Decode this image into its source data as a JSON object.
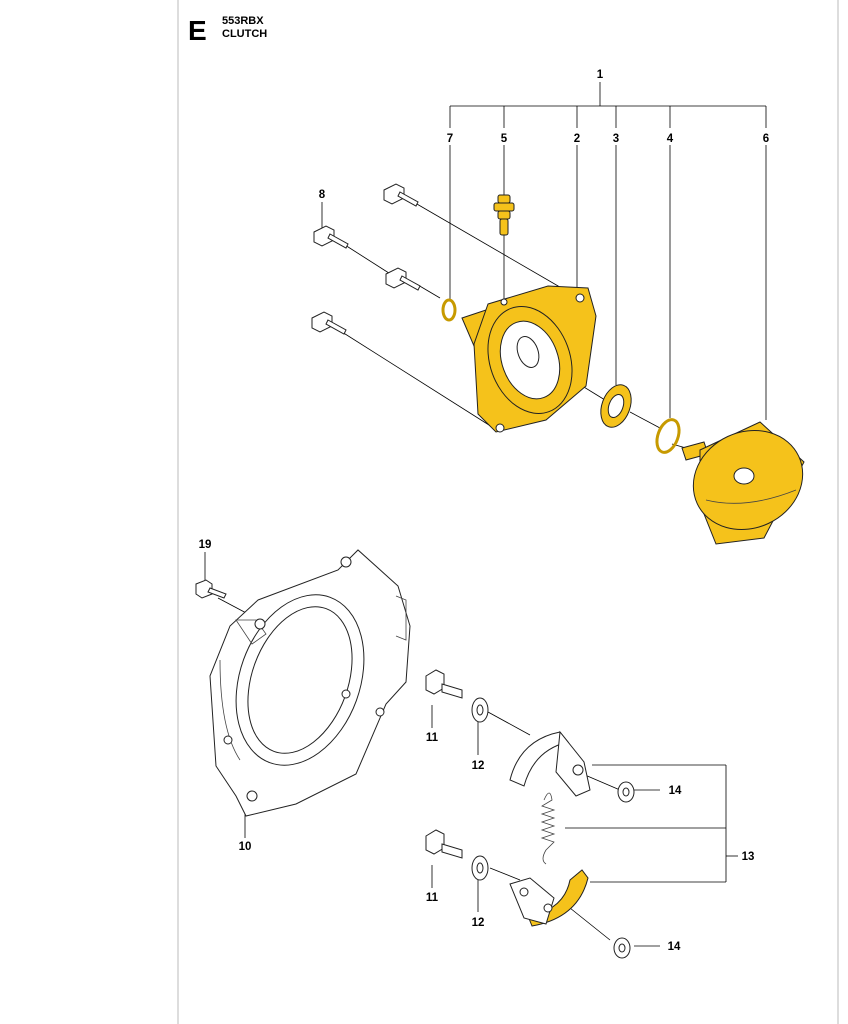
{
  "header": {
    "section_letter": "E",
    "model": "553RBX",
    "title": "CLUTCH"
  },
  "callouts": {
    "c1": "1",
    "c2": "2",
    "c3": "3",
    "c4": "4",
    "c5": "5",
    "c6": "6",
    "c7": "7",
    "c8": "8",
    "c10": "10",
    "c11a": "11",
    "c11b": "11",
    "c12a": "12",
    "c12b": "12",
    "c13": "13",
    "c14a": "14",
    "c14b": "14",
    "c19": "19"
  },
  "colors": {
    "highlight": "#f5c21b",
    "outline": "#222222",
    "page_border": "#bbbbbb"
  },
  "icons": [
    "bolt",
    "grease-nipple",
    "circlip",
    "clutch-housing",
    "bearing",
    "clutch-drum",
    "fan-housing",
    "clutch-shoe",
    "spring",
    "washer"
  ]
}
